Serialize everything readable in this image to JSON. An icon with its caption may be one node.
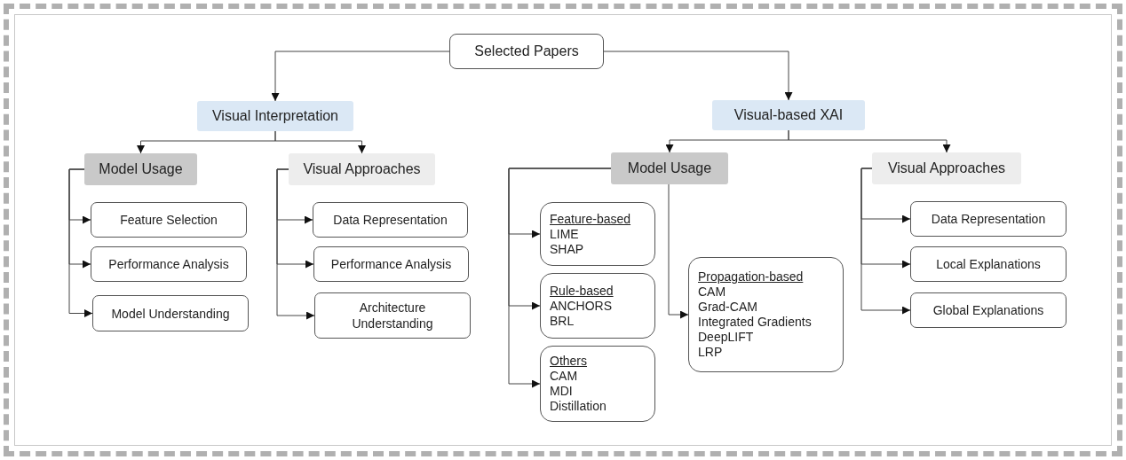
{
  "diagram": {
    "nodes": [
      {
        "text": [
          "Selected Papers"
        ]
      },
      {
        "text": [
          "Visual Interpretation"
        ]
      },
      {
        "text": [
          "Visual-based XAI"
        ]
      },
      {
        "text": [
          "Model Usage"
        ]
      },
      {
        "text": [
          "Visual Approaches"
        ]
      },
      {
        "text": [
          "Feature Selection"
        ]
      },
      {
        "text": [
          "Performance Analysis"
        ]
      },
      {
        "text": [
          "Model Understanding"
        ]
      },
      {
        "text": [
          "Data Representation"
        ]
      },
      {
        "text": [
          "Performance Analysis"
        ]
      },
      {
        "text": [
          "Architecture Understanding"
        ]
      },
      {
        "text": [
          "Model Usage"
        ]
      },
      {
        "text": [
          "Visual Approaches"
        ]
      },
      {
        "text": [
          "Feature-based",
          "LIME",
          "SHAP"
        ]
      },
      {
        "text": [
          "Rule-based",
          "ANCHORS",
          "BRL"
        ]
      },
      {
        "text": [
          "Others",
          "CAM",
          "MDI",
          "Distillation"
        ]
      },
      {
        "text": [
          "Propagation-based",
          "CAM",
          "Grad-CAM",
          "Integrated Gradients",
          "DeepLIFT",
          "LRP"
        ]
      },
      {
        "text": [
          "Data Representation"
        ]
      },
      {
        "text": [
          "Local Explanations"
        ]
      },
      {
        "text": [
          "Global Explanations"
        ]
      }
    ],
    "edges": [
      {
        "from": 0,
        "to": 1,
        "arrow": "to"
      },
      {
        "from": 0,
        "to": 2,
        "arrow": "to"
      },
      {
        "from": 1,
        "to": 3,
        "arrow": "to"
      },
      {
        "from": 1,
        "to": 4,
        "arrow": "to"
      },
      {
        "from": 3,
        "to": 5,
        "arrow": "to"
      },
      {
        "from": 3,
        "to": 6,
        "arrow": "to"
      },
      {
        "from": 3,
        "to": 7,
        "arrow": "to"
      },
      {
        "from": 4,
        "to": 8,
        "arrow": "to"
      },
      {
        "from": 4,
        "to": 9,
        "arrow": "to"
      },
      {
        "from": 4,
        "to": 10,
        "arrow": "to"
      },
      {
        "from": 2,
        "to": 11,
        "arrow": "to"
      },
      {
        "from": 2,
        "to": 12,
        "arrow": "to"
      },
      {
        "from": 11,
        "to": 13,
        "arrow": "to"
      },
      {
        "from": 11,
        "to": 14,
        "arrow": "to"
      },
      {
        "from": 11,
        "to": 15,
        "arrow": "to"
      },
      {
        "from": 11,
        "to": 16,
        "arrow": "to"
      },
      {
        "from": 12,
        "to": 17,
        "arrow": "to"
      },
      {
        "from": 12,
        "to": 18,
        "arrow": "to"
      },
      {
        "from": 12,
        "to": 19,
        "arrow": "to"
      }
    ]
  }
}
